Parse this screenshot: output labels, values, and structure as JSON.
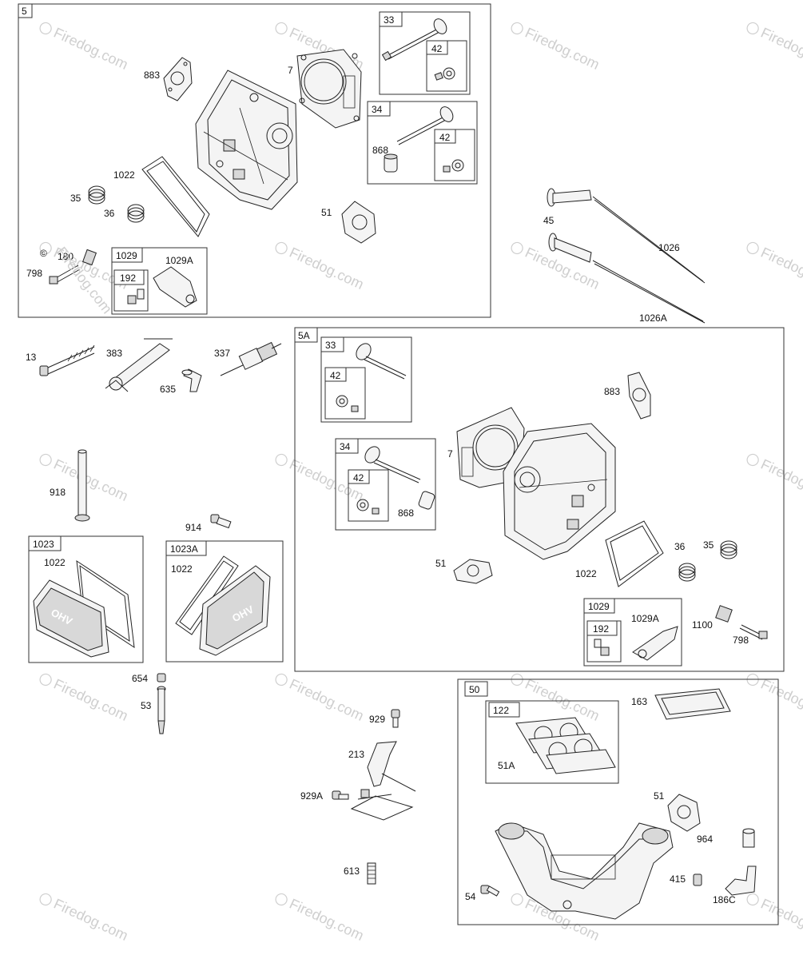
{
  "watermark": "Firedog.com",
  "copyright_symbol": "©",
  "groups": {
    "g5": "5",
    "g33": "33",
    "g42a": "42",
    "g34": "34",
    "g42b": "42",
    "g1029": "1029",
    "g192": "192",
    "g5a": "5A",
    "g33b": "33",
    "g42c": "42",
    "g34b": "34",
    "g42d": "42",
    "g1029b": "1029",
    "g192b": "192",
    "g1023": "1023",
    "g1023a": "1023A",
    "g50": "50",
    "g122": "122"
  },
  "callouts": {
    "c883": "883",
    "c7": "7",
    "c868": "868",
    "c1022": "1022",
    "c35": "35",
    "c36": "36",
    "c51": "51",
    "c180": "180",
    "c798": "798",
    "c1029a": "1029A",
    "c45": "45",
    "c1026": "1026",
    "c1026a": "1026A",
    "c13": "13",
    "c383": "383",
    "c337": "337",
    "c635": "635",
    "c918": "918",
    "c914": "914",
    "c1022b": "1022",
    "c1022c": "1022",
    "c654": "654",
    "c53": "53",
    "c883b": "883",
    "c7b": "7",
    "c868b": "868",
    "c51b": "51",
    "c1022d": "1022",
    "c36b": "36",
    "c35b": "35",
    "c1029ab": "1029A",
    "c1100": "1100",
    "c798b": "798",
    "c929": "929",
    "c213": "213",
    "c929a": "929A",
    "c613": "613",
    "c163": "163",
    "c51a": "51A",
    "c51c": "51",
    "c964": "964",
    "c54": "54",
    "c415": "415",
    "c186c": "186C"
  },
  "logos": {
    "ohv": "OHV"
  }
}
